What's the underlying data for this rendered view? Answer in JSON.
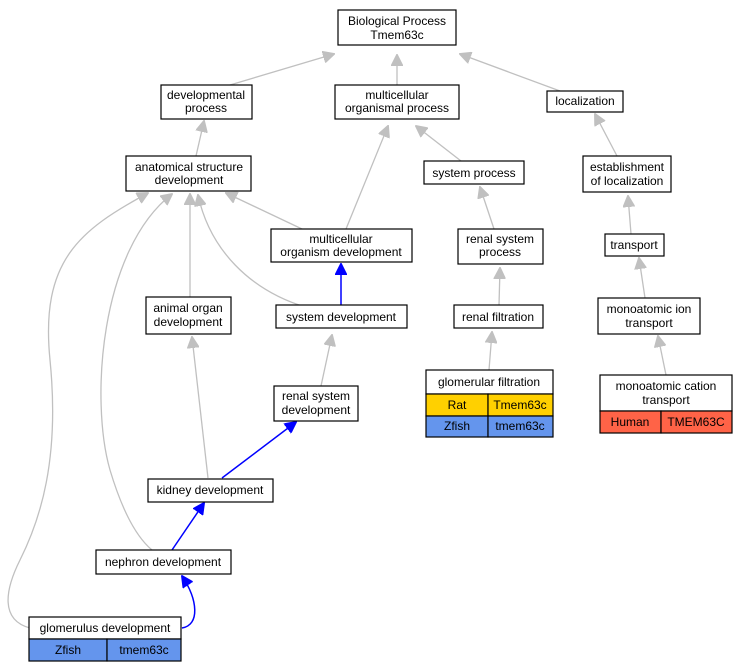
{
  "nodes": {
    "bio": [
      "Biological Process",
      "Tmem63c"
    ],
    "devproc": [
      "developmental",
      "process"
    ],
    "multiproc": [
      "multicellular",
      "organismal process"
    ],
    "local": [
      "localization"
    ],
    "anat": [
      "anatomical structure",
      "development"
    ],
    "sysproc": [
      "system process"
    ],
    "estab": [
      "establishment",
      "of localization"
    ],
    "mcodev": [
      "multicellular",
      "organism development"
    ],
    "renalsysproc": [
      "renal system",
      "process"
    ],
    "transport": [
      "transport"
    ],
    "animal": [
      "animal organ",
      "development"
    ],
    "sysdev": [
      "system development"
    ],
    "renalfilt": [
      "renal filtration"
    ],
    "monoion": [
      "monoatomic ion",
      "transport"
    ],
    "renalsysdev": [
      "renal system",
      "development"
    ],
    "glomfilt": [
      "glomerular filtration"
    ],
    "monocat": [
      "monoatomic cation",
      "transport"
    ],
    "kidney": [
      "kidney development"
    ],
    "nephron": [
      "nephron development"
    ],
    "glomdev": [
      "glomerulus development"
    ]
  },
  "annotations": {
    "glomfilt": [
      {
        "species": "Rat",
        "gene": "Tmem63c",
        "color": "#ffd000"
      },
      {
        "species": "Zfish",
        "gene": "tmem63c",
        "color": "#6495ed"
      }
    ],
    "monocat": [
      {
        "species": "Human",
        "gene": "TMEM63C",
        "color": "#ff6347"
      }
    ],
    "glomdev": [
      {
        "species": "Zfish",
        "gene": "tmem63c",
        "color": "#6495ed"
      }
    ]
  },
  "colors": {
    "edge_default": "#c0c0c0",
    "edge_highlight": "#0000ff",
    "node_border": "#000000",
    "background": "#ffffff"
  }
}
